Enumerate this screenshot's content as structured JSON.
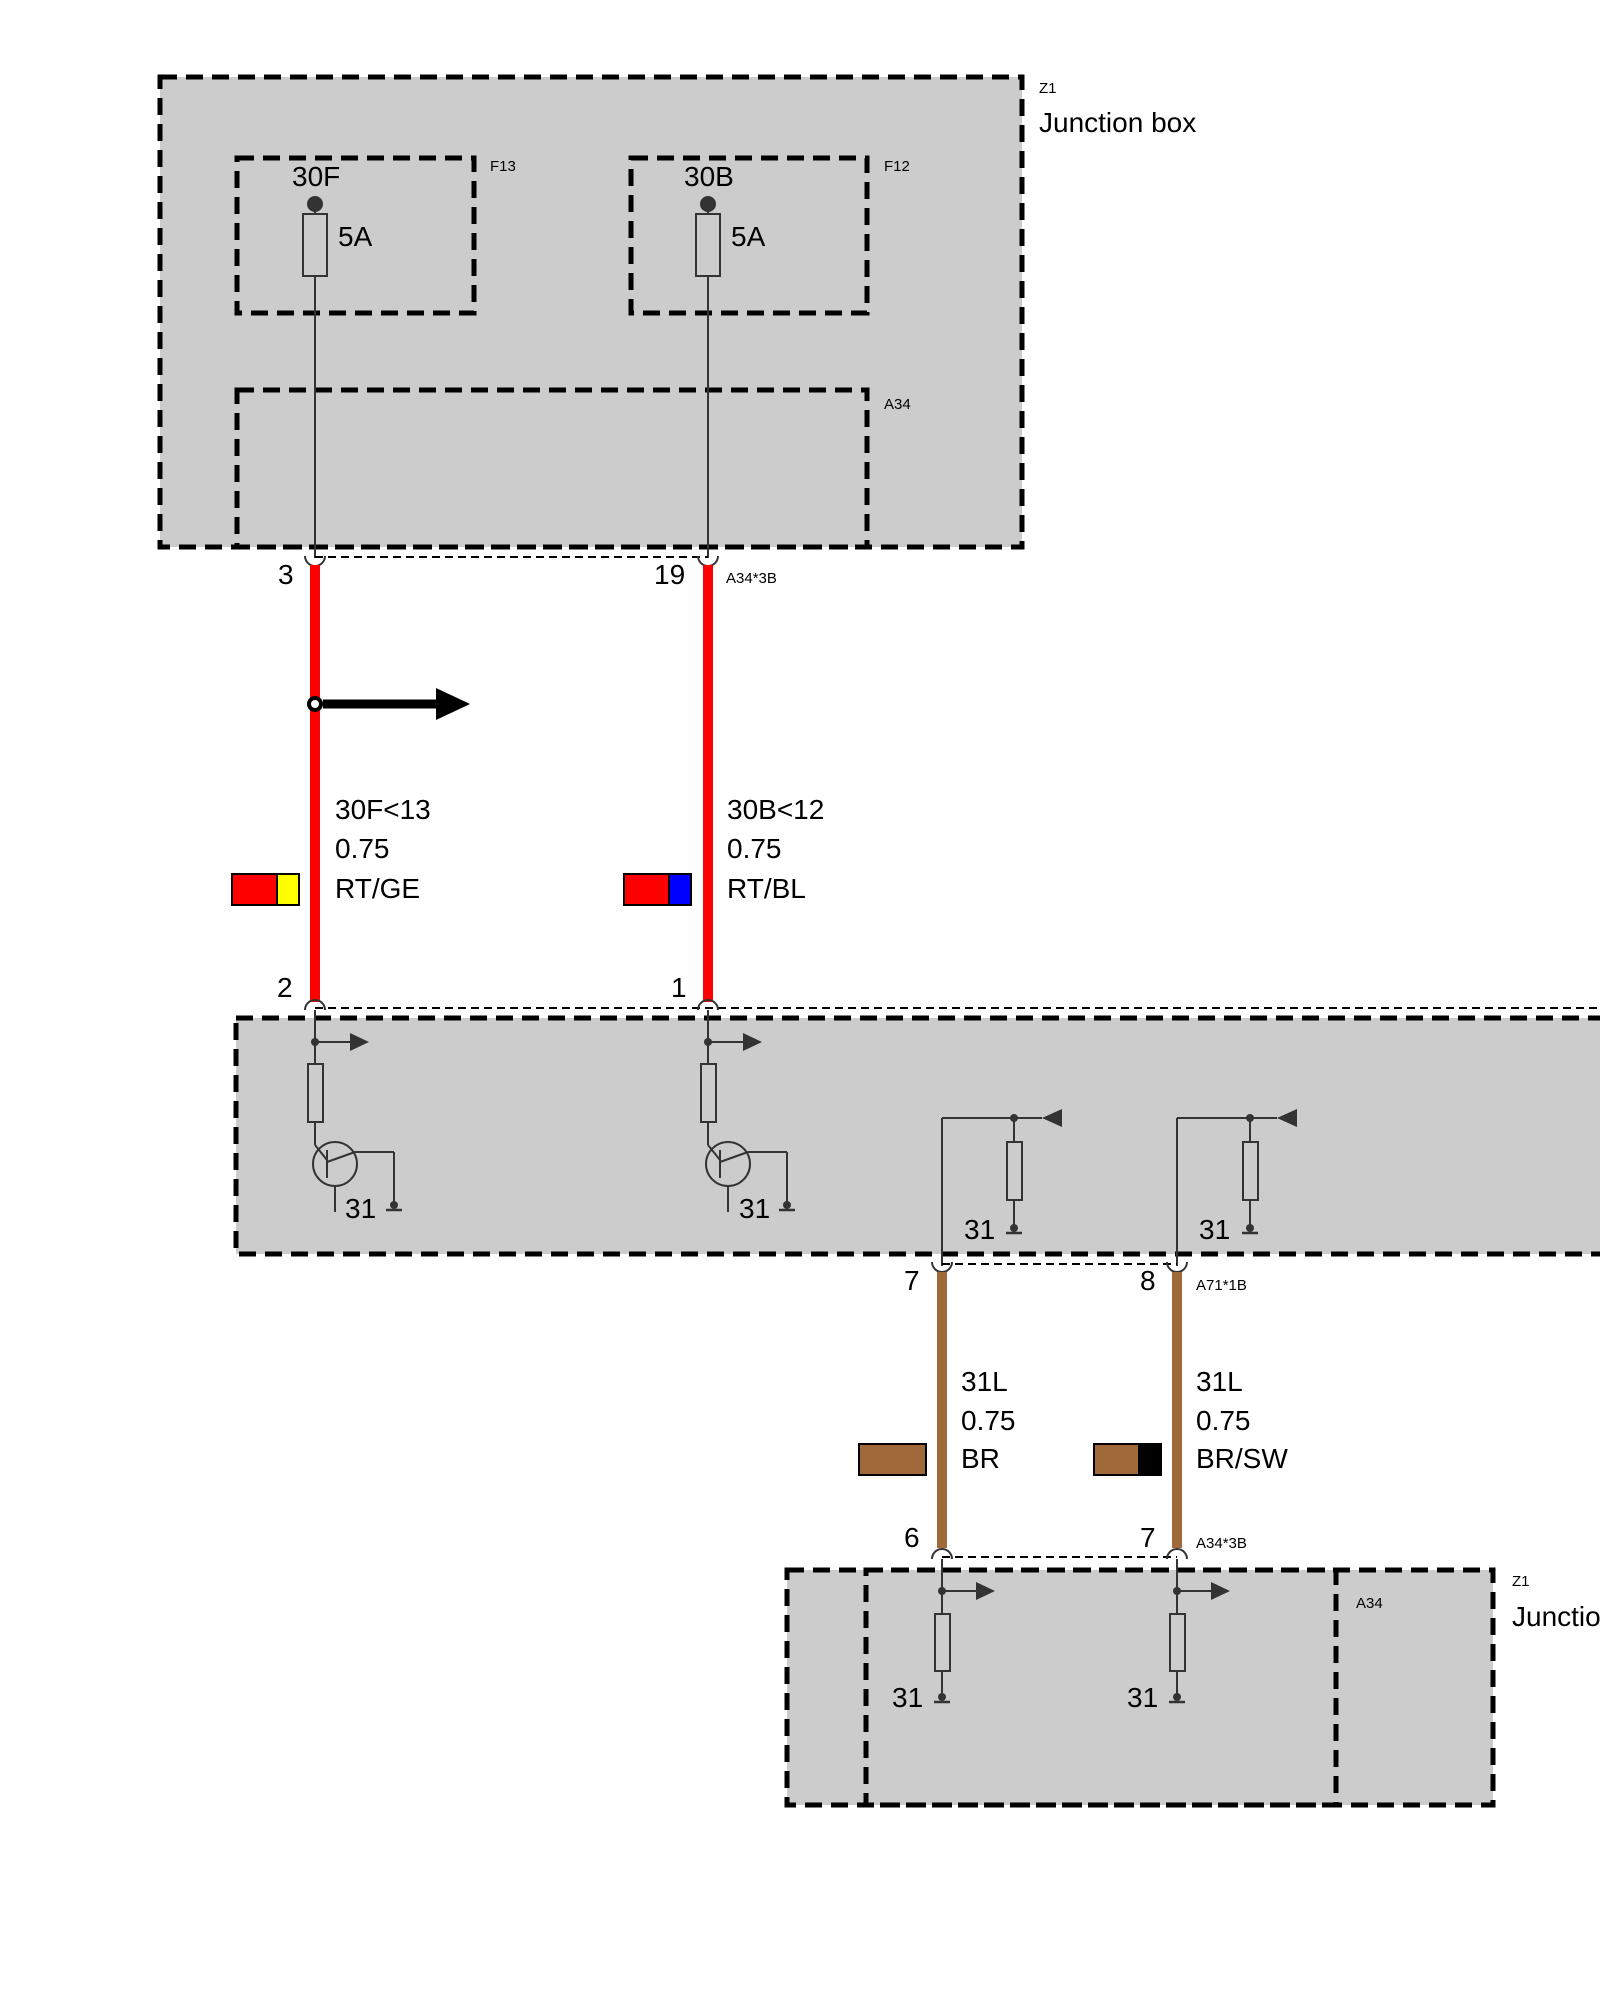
{
  "junction_box_top": {
    "ref": "Z1",
    "title": "Junction box",
    "fuse_left": {
      "ref": "F13",
      "terminal": "30F",
      "rating": "5A"
    },
    "fuse_right": {
      "ref": "F12",
      "terminal": "30B",
      "rating": "5A"
    },
    "module_ref": "A34",
    "connector_ref": "A34*3B",
    "pin_left": "3",
    "pin_right": "19"
  },
  "wires_upper": [
    {
      "signal": "30F<13",
      "gauge": "0.75",
      "color_code": "RT/GE",
      "swatch": [
        "#ff0000",
        "#ffff00"
      ]
    },
    {
      "signal": "30B<12",
      "gauge": "0.75",
      "color_code": "RT/BL",
      "swatch": [
        "#ff0000",
        "#0000ff"
      ]
    }
  ],
  "control_unit": {
    "pin_left": "2",
    "pin_right": "1",
    "ground_labels": [
      "31",
      "31",
      "31",
      "31"
    ],
    "connector_ref": "A71*1B",
    "pin_out_left": "7",
    "pin_out_right": "8"
  },
  "wires_lower": [
    {
      "signal": "31L",
      "gauge": "0.75",
      "color_code": "BR",
      "swatch": [
        "#a0693a"
      ]
    },
    {
      "signal": "31L",
      "gauge": "0.75",
      "color_code": "BR/SW",
      "swatch": [
        "#a0693a",
        "#000000"
      ]
    }
  ],
  "junction_box_bottom": {
    "ref": "Z1",
    "title": "Junctio",
    "module_ref": "A34",
    "connector_ref": "A34*3B",
    "pin_left": "6",
    "pin_right": "7",
    "ground_labels": [
      "31",
      "31"
    ]
  },
  "colors": {
    "wire_red": "#ff0000",
    "wire_brown": "#a0693a",
    "box_fill": "#cccccc"
  }
}
